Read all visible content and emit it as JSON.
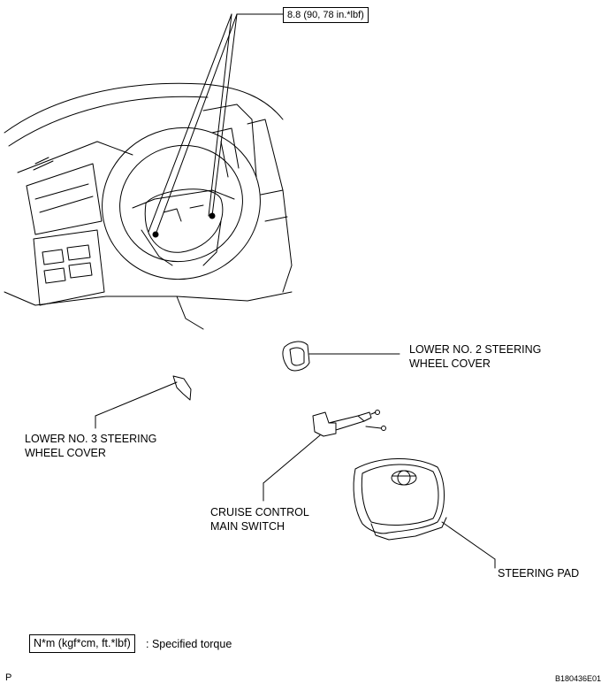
{
  "torque_callout": "8.8 (90, 78 in.*lbf)",
  "parts": {
    "lower_no2_cover": [
      "LOWER NO. 2 STEERING",
      "WHEEL COVER"
    ],
    "lower_no3_cover": [
      "LOWER NO. 3 STEERING",
      "WHEEL COVER"
    ],
    "cruise_switch": [
      "CRUISE CONTROL",
      "MAIN SWITCH"
    ],
    "steering_pad": "STEERING PAD"
  },
  "legend": {
    "unit_box": "N*m (kgf*cm, ft.*lbf)",
    "description": ": Specified torque"
  },
  "footer": {
    "left_mark": "P",
    "figure_id": "B180436E01"
  }
}
